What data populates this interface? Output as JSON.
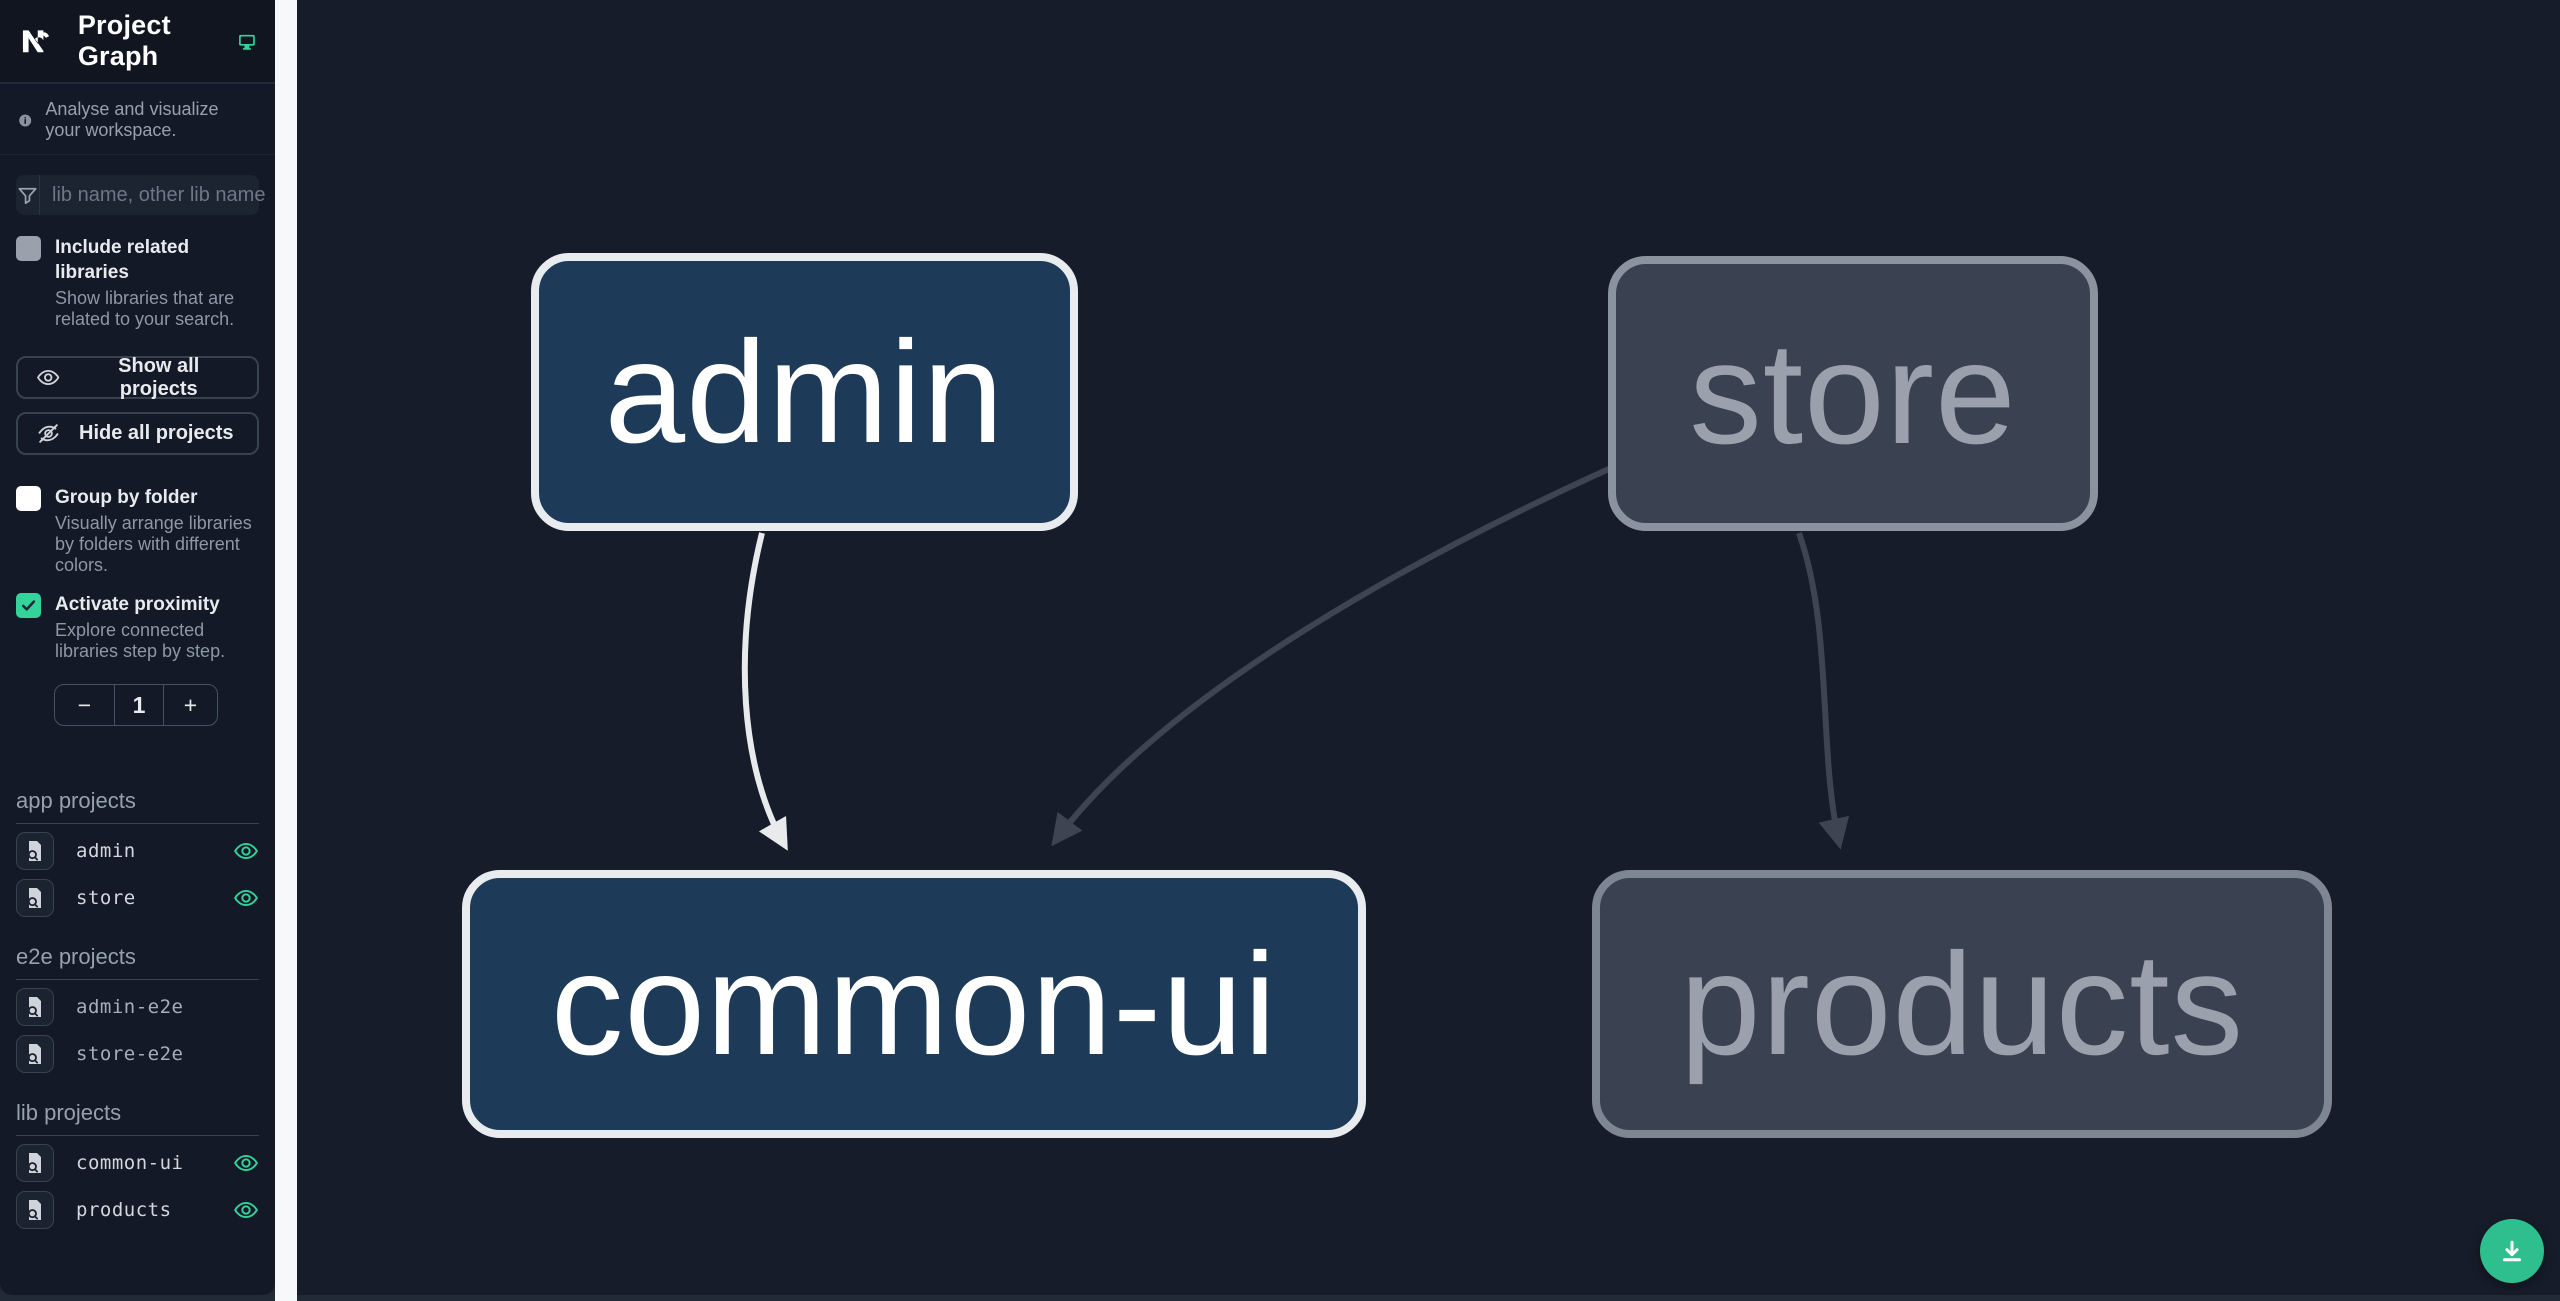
{
  "app": {
    "title": "Project Graph"
  },
  "intro": {
    "text": "Analyse and visualize your workspace."
  },
  "search": {
    "placeholder": "lib name, other lib name"
  },
  "toggles": {
    "include_related": {
      "label": "Include related libraries",
      "description": "Show libraries that are related to your search.",
      "checked": false
    },
    "group_by_folder": {
      "label": "Group by folder",
      "description": "Visually arrange libraries by folders with different colors.",
      "checked": false
    },
    "activate_proximity": {
      "label": "Activate proximity",
      "description": "Explore connected libraries step by step.",
      "checked": true
    }
  },
  "actions": {
    "show_all": "Show all projects",
    "hide_all": "Hide all projects"
  },
  "proximity_stepper": {
    "decrement": "−",
    "value": "1",
    "increment": "+"
  },
  "sections": [
    {
      "title": "app projects",
      "items": [
        {
          "name": "admin",
          "visible": true
        },
        {
          "name": "store",
          "visible": true
        }
      ]
    },
    {
      "title": "e2e projects",
      "items": [
        {
          "name": "admin-e2e",
          "visible": false
        },
        {
          "name": "store-e2e",
          "visible": false
        }
      ]
    },
    {
      "title": "lib projects",
      "items": [
        {
          "name": "common-ui",
          "visible": true
        },
        {
          "name": "products",
          "visible": true
        }
      ]
    }
  ],
  "graph": {
    "nodes": [
      {
        "id": "admin",
        "label": "admin",
        "state": "focused"
      },
      {
        "id": "store",
        "label": "store",
        "state": "unfocused"
      },
      {
        "id": "common-ui",
        "label": "common-ui",
        "state": "focused"
      },
      {
        "id": "products",
        "label": "products",
        "state": "unfocused"
      }
    ],
    "edges": [
      {
        "from": "admin",
        "to": "common-ui",
        "style": "highlighted"
      },
      {
        "from": "store",
        "to": "common-ui",
        "style": "muted"
      },
      {
        "from": "store",
        "to": "products",
        "style": "muted"
      }
    ]
  },
  "fab": {
    "action": "download"
  },
  "colors": {
    "accent": "#34d399",
    "node_focused_bg": "#1d3a59",
    "node_focused_border": "#e9ecef",
    "node_muted_bg": "#3a4150",
    "node_muted_border": "#8b92a0",
    "edge_highlight": "#e8eaec",
    "edge_muted": "#3d4553",
    "fab": "#2fbf8f",
    "canvas_bg": "#161c29",
    "sidebar_bg": "#131926"
  }
}
